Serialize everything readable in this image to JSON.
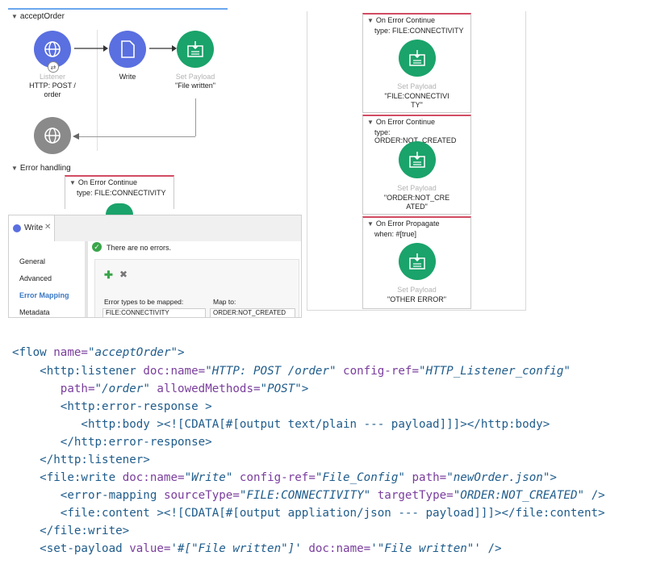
{
  "flow": {
    "title": "acceptOrder",
    "listener": {
      "name": "Listener",
      "label": "HTTP: POST /\norder"
    },
    "write": {
      "label": "Write"
    },
    "set_payload": {
      "name": "Set Payload",
      "label": "\"File written\""
    },
    "error_section": "Error handling",
    "error_cont": {
      "title": "On Error Continue",
      "type": "type: FILE:CONNECTIVITY"
    }
  },
  "right_panel": {
    "handlers": [
      {
        "title": "On Error Continue",
        "sub": "type: FILE:CONNECTIVITY",
        "name": "Set Payload",
        "value": "\"FILE:CONNECTIVI\nTY\""
      },
      {
        "title": "On Error Continue",
        "sub": "type: ORDER:NOT_CREATED",
        "name": "Set Payload",
        "value": "\"ORDER:NOT_CRE\nATED\""
      },
      {
        "title": "On Error Propagate",
        "sub": "when: #[true]",
        "name": "Set Payload",
        "value": "\"OTHER ERROR\""
      }
    ]
  },
  "props": {
    "tab_label": "Write",
    "status": "There are no errors.",
    "nav": [
      "General",
      "Advanced",
      "Error Mapping",
      "Metadata"
    ],
    "col_types": "Error types to be mapped:",
    "col_map": "Map to:",
    "row_type": "FILE:CONNECTIVITY",
    "row_map": "ORDER:NOT_CREATED"
  },
  "code": {
    "flow_name": "acceptOrder",
    "listener_docname": "HTTP: POST /order",
    "listener_config": "HTTP_Listener_config",
    "listener_path": "/order",
    "listener_methods": "POST",
    "error_response_open": "<http:error-response >",
    "http_body": "<http:body ><![CDATA[#[output text/plain --- payload]]]></http:body>",
    "error_response_close": "</http:error-response>",
    "listener_close": "</http:listener>",
    "write_docname": "Write",
    "write_config": "File_Config",
    "write_path": "newOrder.json",
    "source_type": "FILE:CONNECTIVITY",
    "target_type": "ORDER:NOT_CREATED",
    "file_content": "<file:content ><![CDATA[#[output appliation/json --- payload]]]></file:content>",
    "write_close": "</file:write>",
    "setpayload_value": "#[\"File written\"]",
    "setpayload_docname": "\"File written\""
  }
}
